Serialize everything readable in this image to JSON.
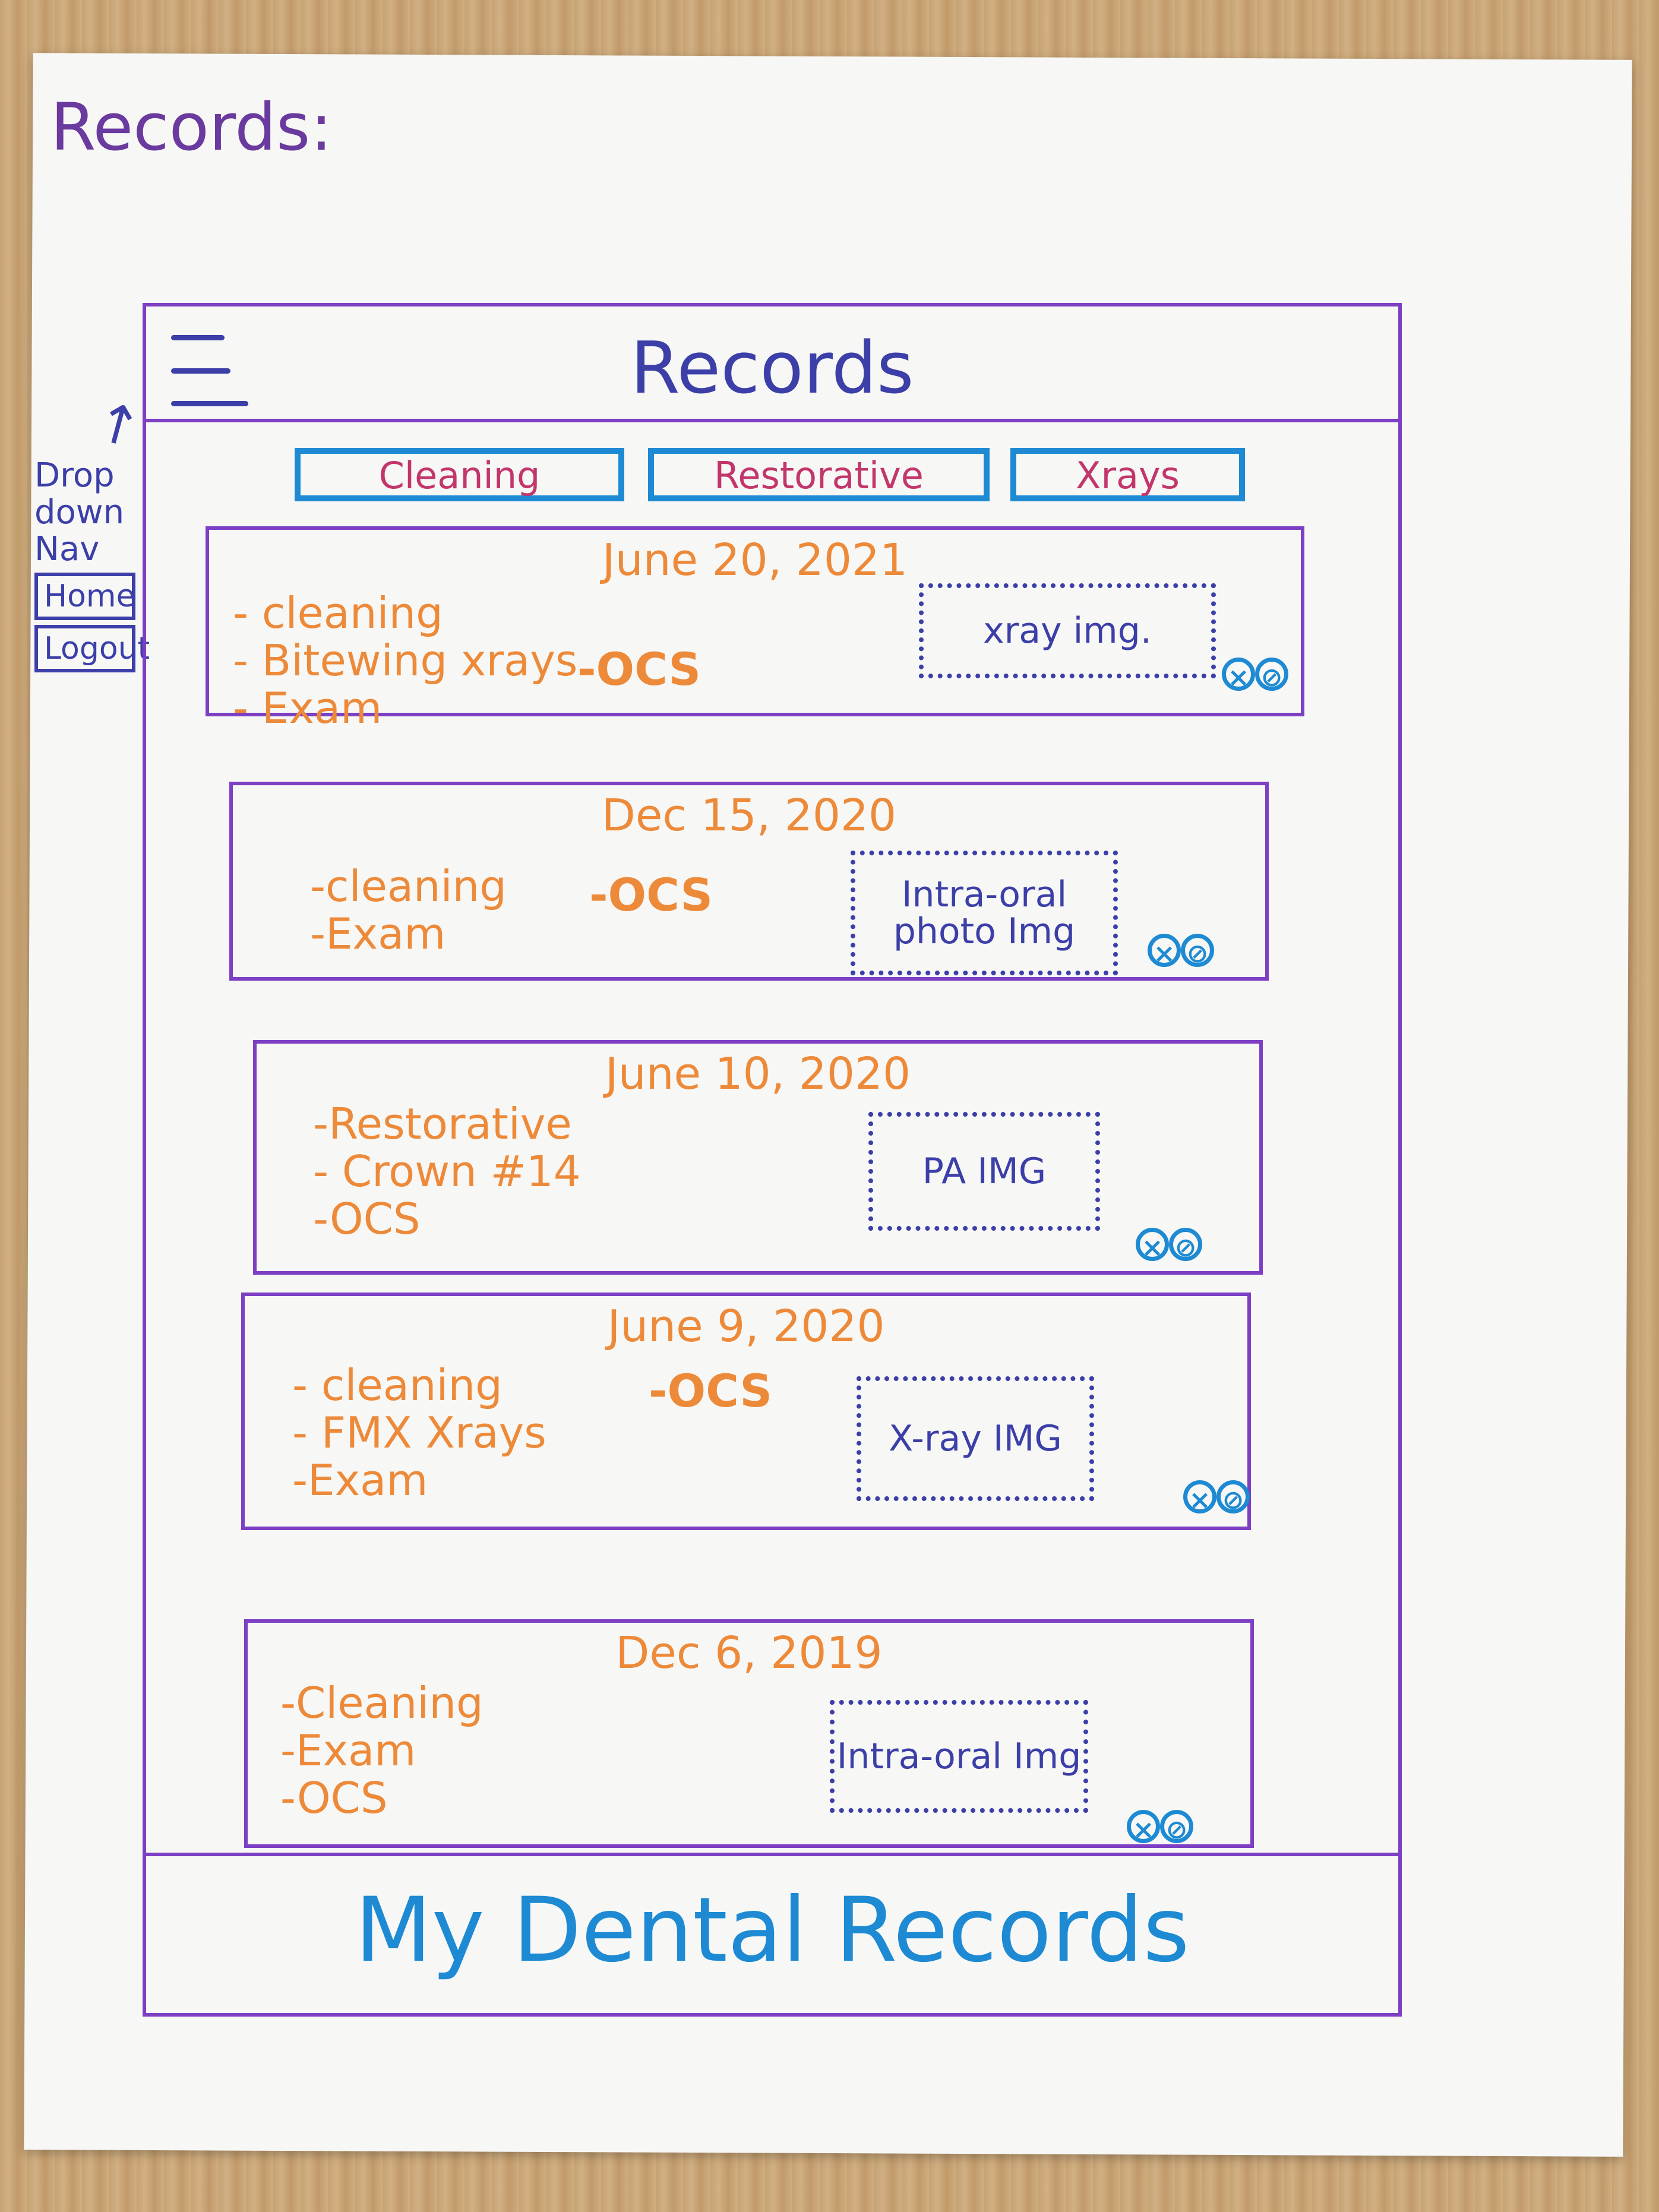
{
  "page_label": "Records:",
  "side_nav": {
    "note_lines": [
      "Drop",
      "down",
      "Nav"
    ],
    "items": [
      "Home",
      "Logout"
    ]
  },
  "header": {
    "title": "Records"
  },
  "tabs": [
    "Cleaning",
    "Restorative",
    "Xrays"
  ],
  "records": [
    {
      "date": "June 20, 2021",
      "items": [
        "- cleaning",
        "- Bitewing xrays",
        "- Exam"
      ],
      "provider": "-OCS",
      "image_label": "xray img."
    },
    {
      "date": "Dec 15, 2020",
      "items": [
        "-cleaning",
        "-Exam"
      ],
      "provider": "-OCS",
      "image_label": "Intra-oral photo Img"
    },
    {
      "date": "June 10, 2020",
      "items": [
        "-Restorative",
        "- Crown #14",
        "-OCS"
      ],
      "provider": "",
      "image_label": "PA IMG"
    },
    {
      "date": "June 9, 2020",
      "items": [
        "- cleaning",
        "- FMX Xrays",
        "-Exam"
      ],
      "provider": "-OCS",
      "image_label": "X-ray IMG"
    },
    {
      "date": "Dec 6, 2019",
      "items": [
        "-Cleaning",
        "-Exam",
        "-OCS"
      ],
      "provider": "",
      "image_label": "Intra-oral Img"
    }
  ],
  "footer": {
    "brand": "My Dental Records"
  },
  "colors": {
    "frame": "#7d3fc4",
    "heading": "#3c3fa8",
    "accent_blue": "#1d8ad3",
    "tab_text": "#c2366c",
    "record_text": "#ed8a3a"
  }
}
